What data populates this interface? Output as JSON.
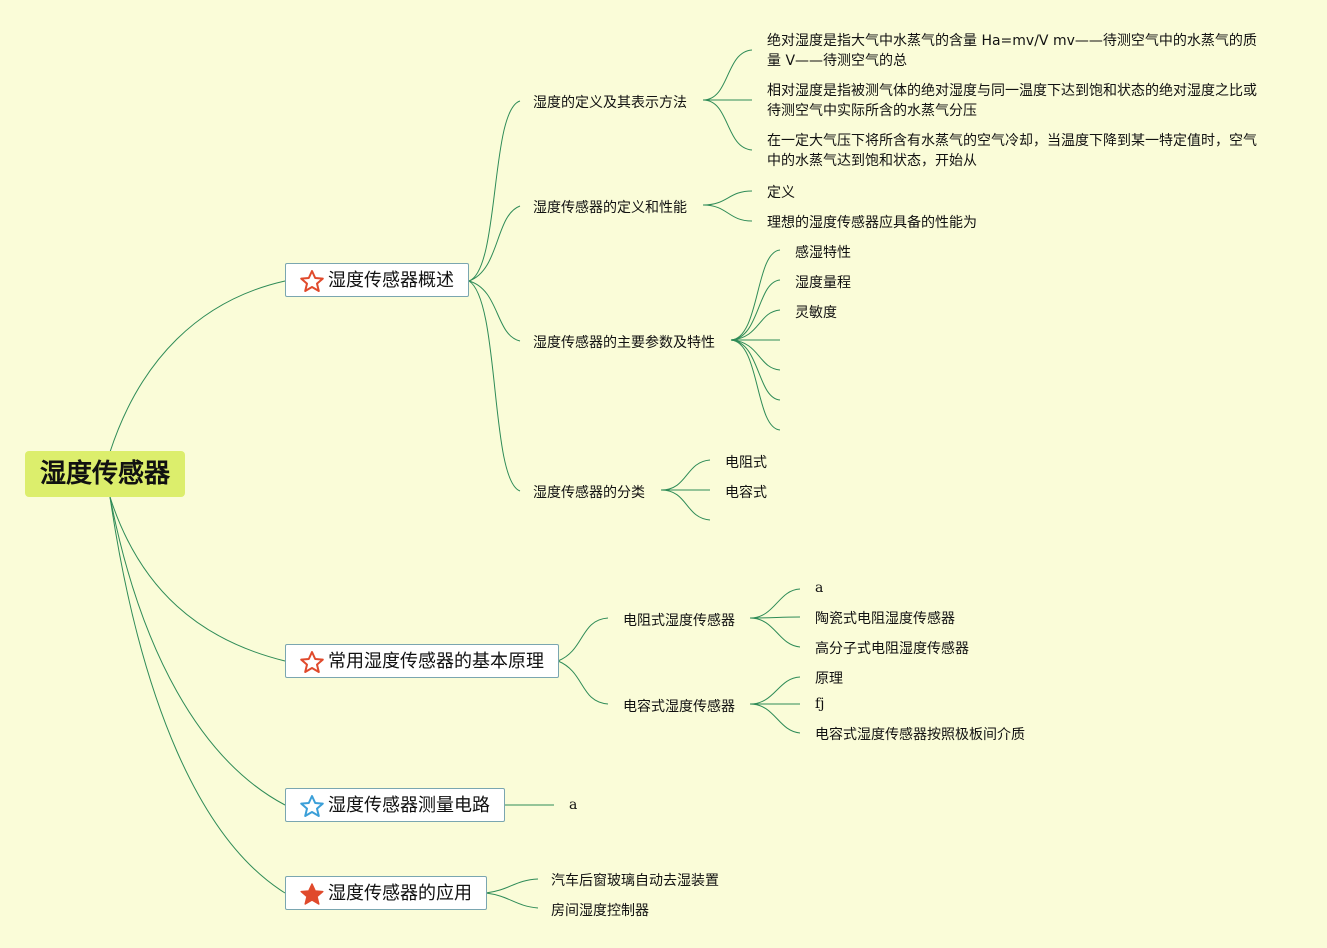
{
  "root": "湿度传感器",
  "colors": {
    "background": "#fafcd8",
    "root_fill": "#dcee6c",
    "link": "#2e8b57",
    "star_red": "#e04a2c",
    "star_blue": "#3b9fd8"
  },
  "branches": [
    {
      "label": "湿度传感器概述",
      "icon": "star-outline-red-icon",
      "children": [
        {
          "label": "湿度的定义及其表示方法",
          "children": [
            "绝对湿度是指大气中水蒸气的含量 Ha=mv/V mv——待测空气中的水蒸气的质量 V——待测空气的总",
            "相对湿度是指被测气体的绝对湿度与同一温度下达到饱和状态的绝对湿度之比或待测空气中实际所含的水蒸气分压",
            "在一定大气压下将所含有水蒸气的空气冷却，当温度下降到某一特定值时，空气中的水蒸气达到饱和状态，开始从"
          ]
        },
        {
          "label": "湿度传感器的定义和性能",
          "children": [
            "定义",
            "理想的湿度传感器应具备的性能为"
          ]
        },
        {
          "label": "湿度传感器的主要参数及特性",
          "children": [
            "感湿特性",
            "湿度量程",
            "灵敏度"
          ]
        },
        {
          "label": "湿度传感器的分类",
          "children": [
            "电阻式",
            "电容式"
          ]
        }
      ]
    },
    {
      "label": "常用湿度传感器的基本原理",
      "icon": "star-outline-red-icon",
      "children": [
        {
          "label": "电阻式湿度传感器",
          "children": [
            "a",
            "陶瓷式电阻湿度传感器",
            "高分子式电阻湿度传感器"
          ]
        },
        {
          "label": "电容式湿度传感器",
          "children": [
            "原理",
            "fj",
            "电容式湿度传感器按照极板间介质"
          ]
        }
      ]
    },
    {
      "label": "湿度传感器测量电路",
      "icon": "star-outline-blue-icon",
      "children": [
        "a"
      ]
    },
    {
      "label": "湿度传感器的应用",
      "icon": "star-filled-red-icon",
      "children": [
        "汽车后窗玻璃自动去湿装置",
        "房间湿度控制器"
      ]
    }
  ]
}
